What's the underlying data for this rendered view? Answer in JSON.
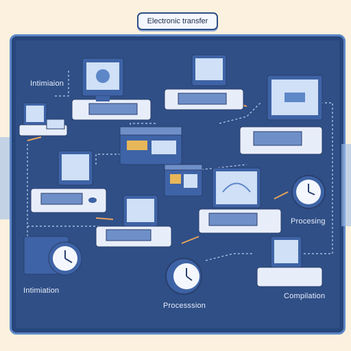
{
  "header": {
    "title": "Electronic transfer"
  },
  "labels": {
    "top_left": "Intimiaion",
    "right": "Procesing",
    "bottom_left": "Intimiation",
    "bottom_center": "Processsion",
    "bottom_right": "Compilation"
  },
  "icons": {
    "laptop_topleft": "laptop-icon",
    "monitor_top": "monitor-icon",
    "server": "server-icon",
    "clock": "clock-icon"
  },
  "colors": {
    "background": "#fbf1de",
    "panel": "#2f4f86",
    "panel_border": "#5e87c8",
    "screen": "#cfe0f7",
    "device_body": "#3e63a6",
    "device_light": "#e8eef9",
    "arrow_orange": "#e8a35a"
  }
}
